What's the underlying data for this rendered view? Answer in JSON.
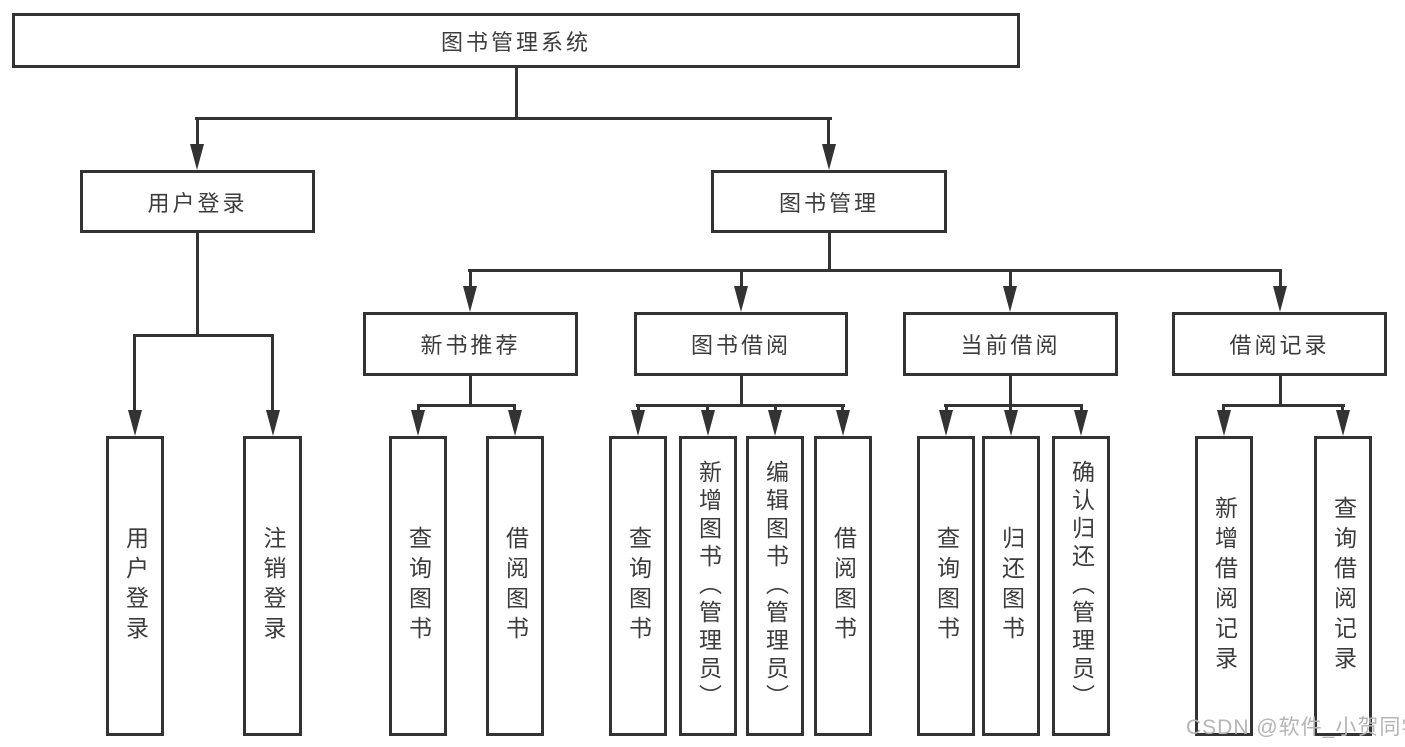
{
  "colors": {
    "line": "#333333",
    "text": "#3c3c3c",
    "background": "#ffffff",
    "watermark_color": "#b5b5b5"
  },
  "watermark": {
    "text": "CSDN @软件_小贺同学"
  },
  "diagram": {
    "root": {
      "label": "图书管理系统"
    },
    "branches": [
      {
        "label": "用户登录",
        "children": [
          {
            "label": "用户登录"
          },
          {
            "label": "注销登录"
          }
        ]
      },
      {
        "label": "图书管理",
        "children": [
          {
            "label": "新书推荐",
            "children": [
              {
                "label": "查询图书"
              },
              {
                "label": "借阅图书"
              }
            ]
          },
          {
            "label": "图书借阅",
            "children": [
              {
                "label": "查询图书"
              },
              {
                "label": "新增图书（管理员）"
              },
              {
                "label": "编辑图书（管理员）"
              },
              {
                "label": "借阅图书"
              }
            ]
          },
          {
            "label": "当前借阅",
            "children": [
              {
                "label": "查询图书"
              },
              {
                "label": "归还图书"
              },
              {
                "label": "确认归还（管理员）"
              }
            ]
          },
          {
            "label": "借阅记录",
            "children": [
              {
                "label": "新增借阅记录"
              },
              {
                "label": "查询借阅记录"
              }
            ]
          }
        ]
      }
    ]
  }
}
